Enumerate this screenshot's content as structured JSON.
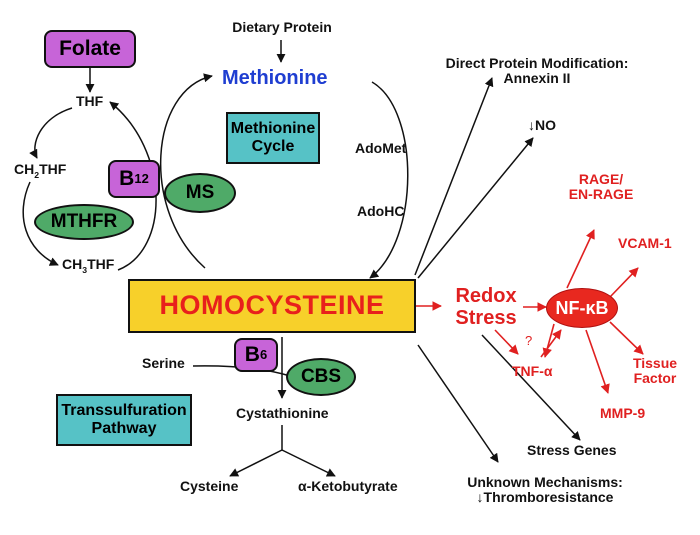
{
  "nodes": {
    "dietary_protein": "Dietary Protein",
    "methionine": "Methionine",
    "folate": "Folate",
    "thf": "THF",
    "ch2thf_pre": "CH",
    "ch2thf_sub": "2",
    "ch2thf_post": "THF",
    "ch3thf_pre": "CH",
    "ch3thf_sub": "3",
    "ch3thf_post": "THF",
    "b12_pre": "B",
    "b12_sub": "12",
    "mthfr": "MTHFR",
    "ms": "MS",
    "methionine_cycle": "Methionine Cycle",
    "adomet": "AdoMet",
    "adohc": "AdoHC",
    "homocysteine": "HOMOCYSTEINE",
    "serine": "Serine",
    "b6_pre": "B",
    "b6_sub": "6",
    "cbs": "CBS",
    "transsulfuration": "Transsulfuration Pathway",
    "cystathionine": "Cystathionine",
    "cysteine": "Cysteine",
    "ketobutyrate": "α-Ketobutyrate",
    "direct_protein_line1": "Direct Protein Modification:",
    "direct_protein_line2": "Annexin II",
    "no": "↓NO",
    "redox_line1": "Redox",
    "redox_line2": "Stress",
    "nfkb": "NF-κB",
    "rage_line1": "RAGE/",
    "rage_line2": "EN-RAGE",
    "vcam": "VCAM-1",
    "tissue_line1": "Tissue",
    "tissue_line2": "Factor",
    "mmp9": "MMP-9",
    "tnf": "TNF-α",
    "question": "?",
    "stress_genes": "Stress Genes",
    "unknown_line1": "Unknown Mechanisms:",
    "unknown_line2": "↓Thromboresistance"
  },
  "colors": {
    "folate_box": "#c764d8",
    "cycle_box": "#56c2c6",
    "enzyme_ellipse": "#4faa68",
    "homocysteine_box": "#f7d02a",
    "homocysteine_text": "#e8201c",
    "methionine_text": "#1f3ed1",
    "redox_red": "#e02020"
  }
}
